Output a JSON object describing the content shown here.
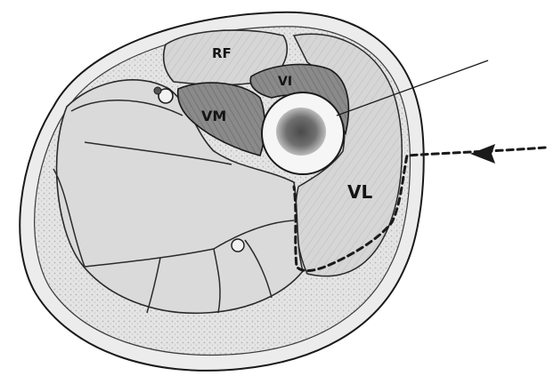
{
  "labels": {
    "rf": "RF",
    "vi": "VI",
    "vm": "VM",
    "vl": "VL"
  },
  "colors": {
    "background": "#ffffff",
    "ink": "#1a1a1a",
    "skin": "#ececec",
    "fat": "#e2e2e2",
    "muscle_light": "#dedede",
    "muscle_mid": "#cfcfcf",
    "muscle_dark": "#8e8e8e",
    "bone": "#f4f4f4",
    "marrow": "#5a5a5a"
  },
  "icons": {
    "pointer": "leader-line",
    "approach": "dashed-arrow-left"
  }
}
